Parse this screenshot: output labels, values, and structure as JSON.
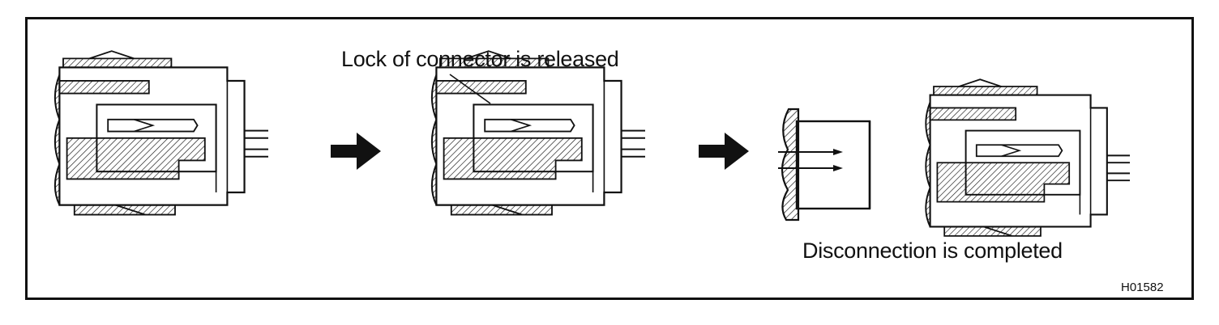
{
  "labels": {
    "lock_released": "Lock of connector is released",
    "disconnection_completed": "Disconnection is completed",
    "figure_code": "H01582"
  },
  "icons": [
    "right-arrow-icon",
    "right-arrow-icon"
  ],
  "colors": {
    "ink": "#111111",
    "background": "#ffffff"
  }
}
